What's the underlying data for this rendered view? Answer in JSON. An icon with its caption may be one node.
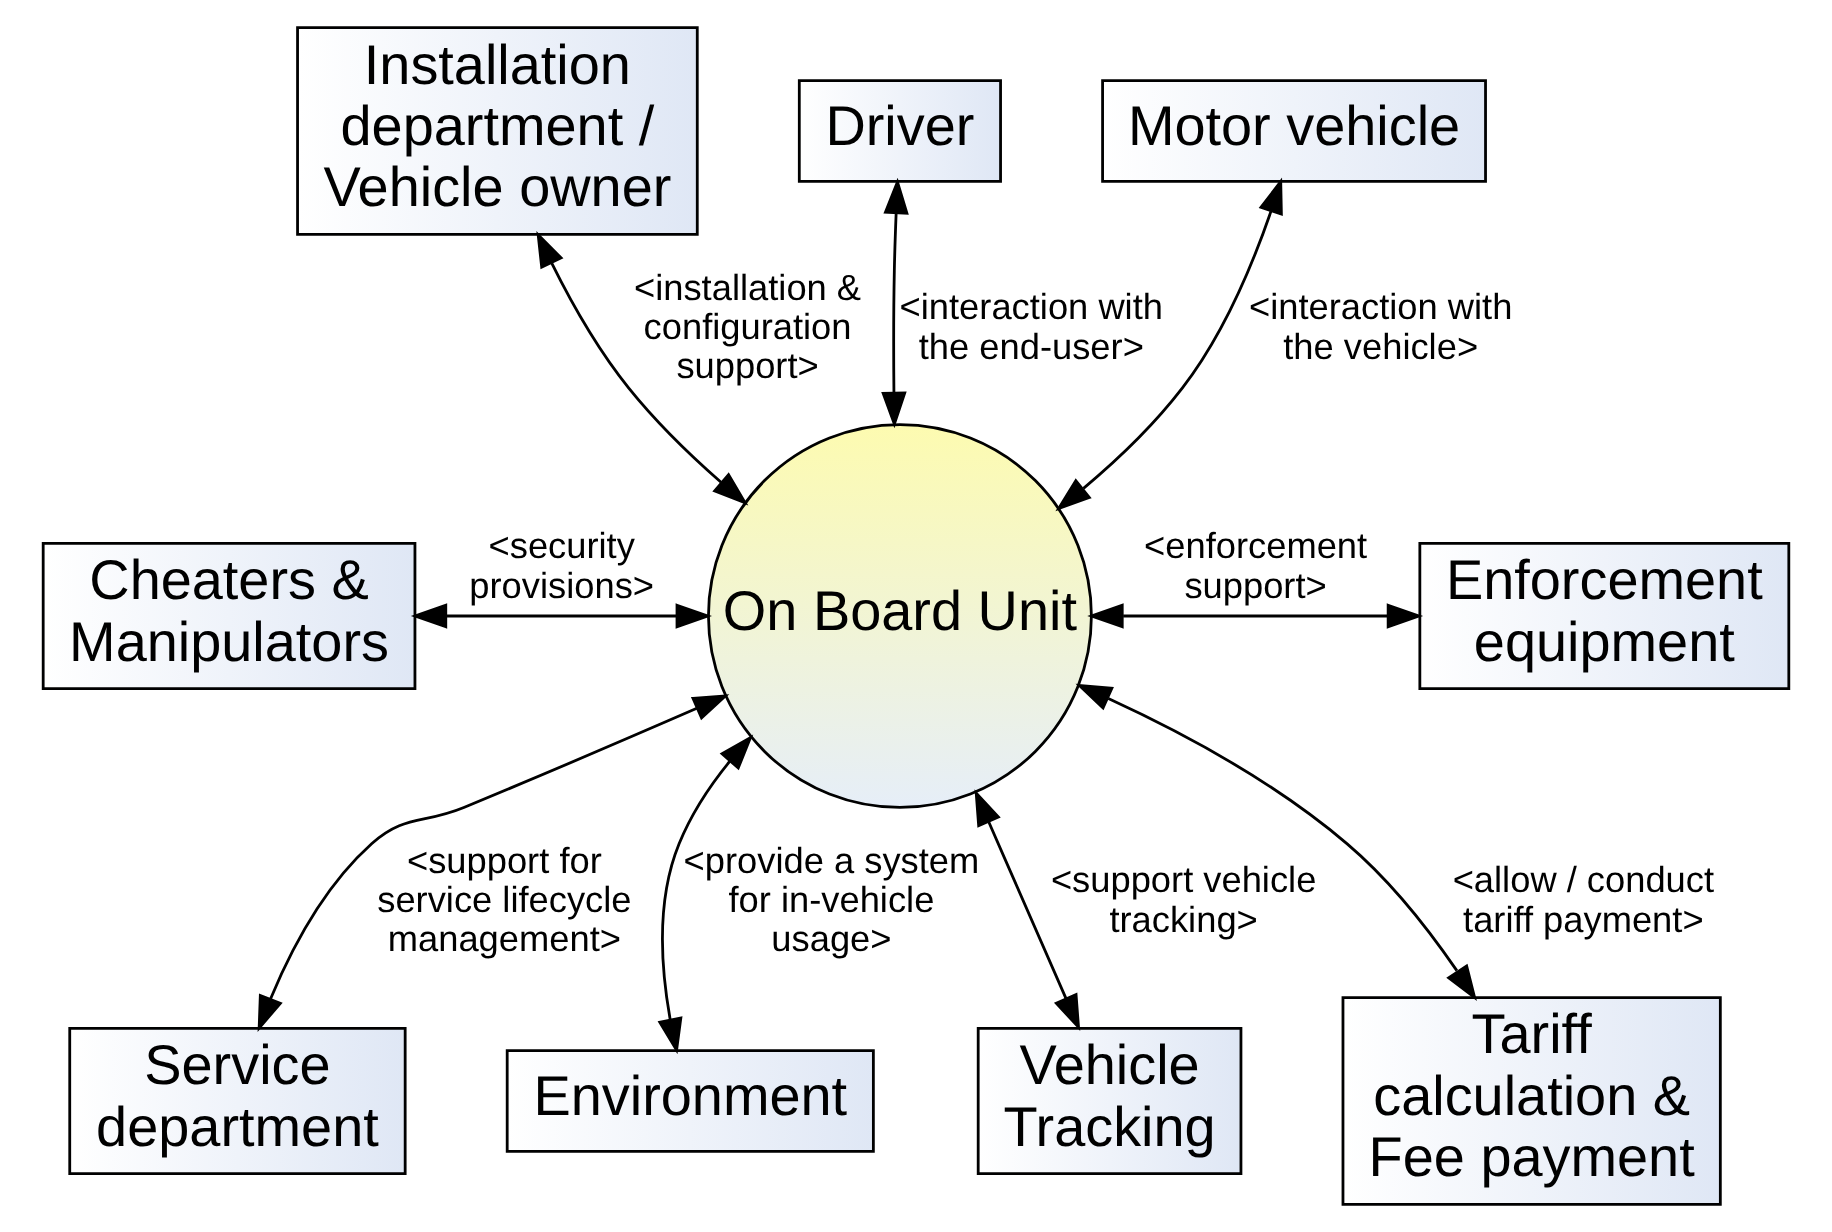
{
  "diagram": {
    "nodes": [
      {
        "text": [
          "On Board Unit"
        ]
      },
      {
        "text": [
          "Installation department / Vehicle owner"
        ]
      },
      {
        "text": [
          "Driver"
        ]
      },
      {
        "text": [
          "Motor vehicle"
        ]
      },
      {
        "text": [
          "Cheaters & Manipulators"
        ]
      },
      {
        "text": [
          "Enforcement equipment"
        ]
      },
      {
        "text": [
          "Service department"
        ]
      },
      {
        "text": [
          "Environment"
        ]
      },
      {
        "text": [
          "Vehicle Tracking"
        ]
      },
      {
        "text": [
          "Tariff calculation & Fee payment"
        ]
      }
    ],
    "edges": [
      {
        "from": 0,
        "to": 1,
        "arrow": "both",
        "label": "<installation & configuration support>"
      },
      {
        "from": 0,
        "to": 2,
        "arrow": "both",
        "label": "<interaction with the end-user>"
      },
      {
        "from": 0,
        "to": 3,
        "arrow": "both",
        "label": "<interaction with the vehicle>"
      },
      {
        "from": 0,
        "to": 4,
        "arrow": "both",
        "label": "<security provisions>"
      },
      {
        "from": 0,
        "to": 5,
        "arrow": "both",
        "label": "<enforcement support>"
      },
      {
        "from": 0,
        "to": 6,
        "arrow": "both",
        "label": "<support for service lifecycle management>"
      },
      {
        "from": 0,
        "to": 7,
        "arrow": "both",
        "label": "<provide a system for in-vehicle usage>"
      },
      {
        "from": 0,
        "to": 8,
        "arrow": "both",
        "label": "<support vehicle tracking>"
      },
      {
        "from": 0,
        "to": 9,
        "arrow": "both",
        "label": "<allow / conduct tariff payment>"
      }
    ]
  }
}
